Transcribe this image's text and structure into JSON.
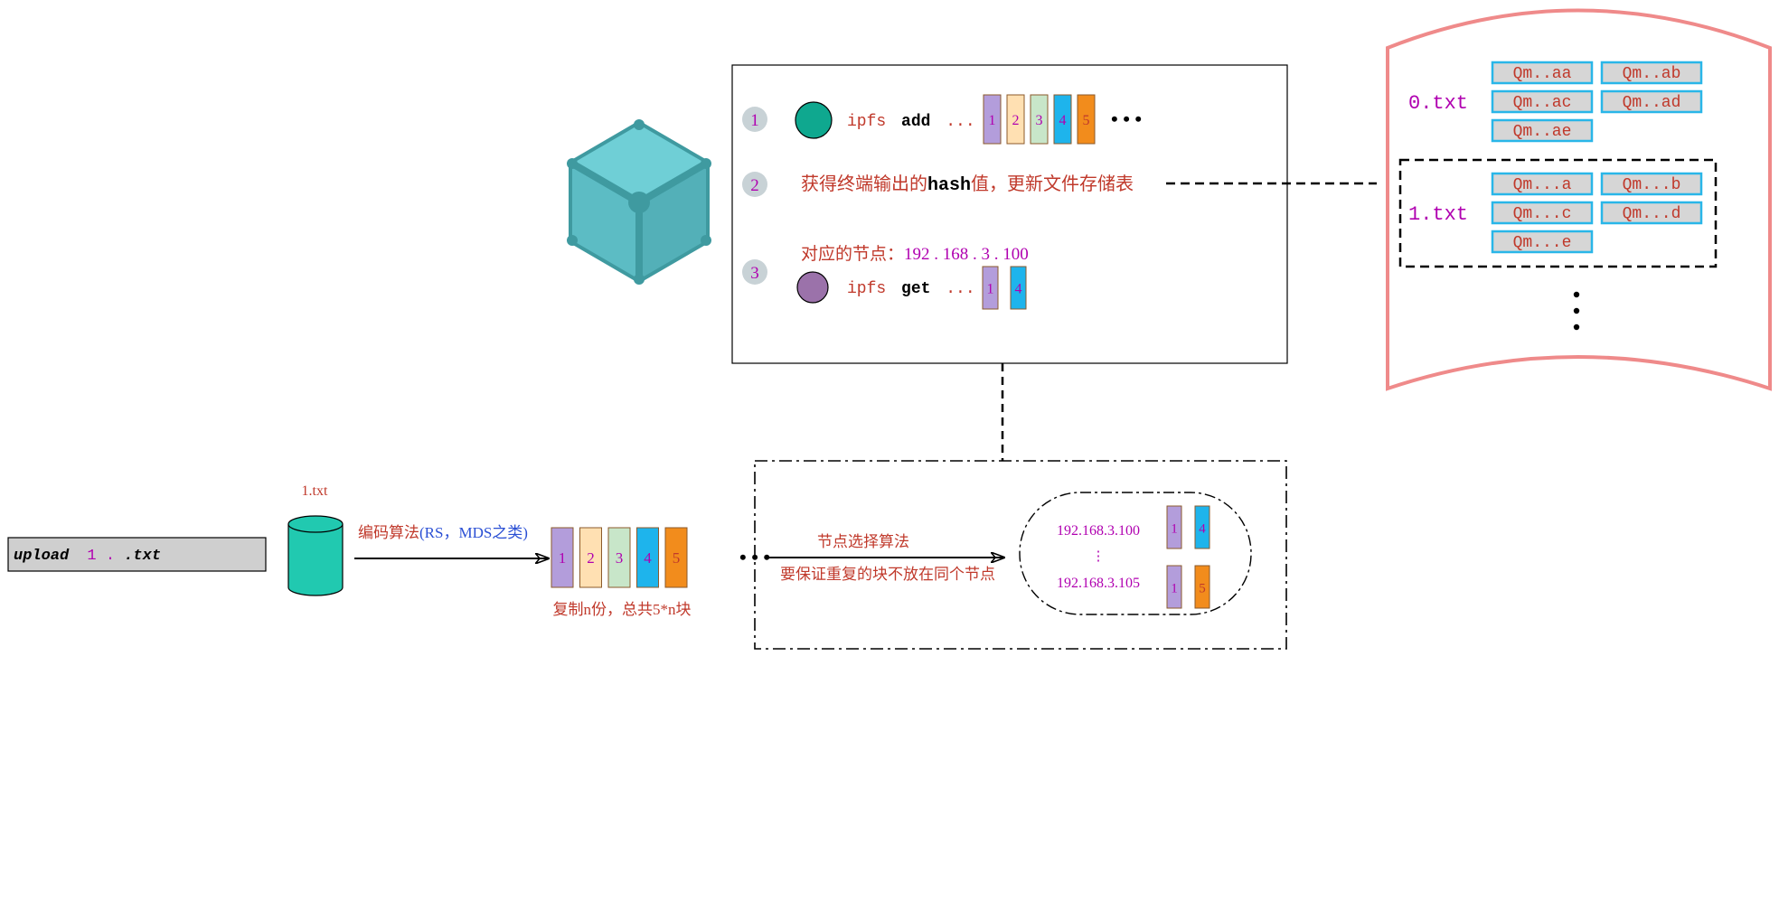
{
  "colors": {
    "red": "#c0392b",
    "purple": "#b000b0",
    "blue": "#2a4fd4",
    "teal": "#21c9b0",
    "node_teal": "#0fa88f",
    "node_purple": "#9b72aa",
    "cube": "#5cbcc4",
    "cube_dark": "#3f9aa0",
    "step_circle": "#c8d2d6",
    "file_table_border": "#ef8a8a",
    "hash_fill": "#d6d6d6",
    "hash_border": "#29b6e8",
    "block_colors": [
      "#b39ddb",
      "#ffe0b2",
      "#c8e6c9",
      "#1eb4ec",
      "#f28c1c"
    ]
  },
  "upload": {
    "cmd": "upload",
    "num": "1",
    "ext": ".txt"
  },
  "file": {
    "label": "1.txt",
    "icon": "cylinder-database-icon"
  },
  "encode": {
    "label_main": "编码算法",
    "label_paren": "(RS，MDS之类)",
    "copy_note": "复制n份，总共5*n块",
    "blocks": [
      "1",
      "2",
      "3",
      "4",
      "5"
    ],
    "ellipsis": "• • •"
  },
  "node_select": {
    "title": "节点选择算法",
    "note": "要保证重复的块不放在同个节点",
    "ip1": "192.168.3.100",
    "ip1_blocks": [
      "1",
      "4"
    ],
    "vdots": "⋮",
    "ip2": "192.168.3.105",
    "ip2_blocks": [
      "1",
      "5"
    ]
  },
  "steps": {
    "step1_num": "1",
    "step1_cmd": "ipfs",
    "step1_sub": "add",
    "step1_dots": "...",
    "step1_blocks": [
      "1",
      "2",
      "3",
      "4",
      "5"
    ],
    "step1_more": "• • •",
    "step2_num": "2",
    "step2_pre": "获得终端输出的",
    "step2_hash": "hash",
    "step2_post": "值，更新文件存储表",
    "step3_num": "3",
    "step3_label": "对应的节点：",
    "step3_ip": "192 . 168 . 3 . 100",
    "step3_cmd": "ipfs",
    "step3_sub": "get",
    "step3_dots": "...",
    "step3_blocks": [
      "1",
      "4"
    ],
    "cube_icon": "ipfs-cube-icon"
  },
  "file_table": {
    "file0": "0.txt",
    "file0_hashes": [
      "Qm..aa",
      "Qm..ab",
      "Qm..ac",
      "Qm..ad",
      "Qm..ae"
    ],
    "file1": "1.txt",
    "file1_hashes": [
      "Qm...a",
      "Qm...b",
      "Qm...c",
      "Qm...d",
      "Qm...e"
    ],
    "vdots": "⋮"
  }
}
